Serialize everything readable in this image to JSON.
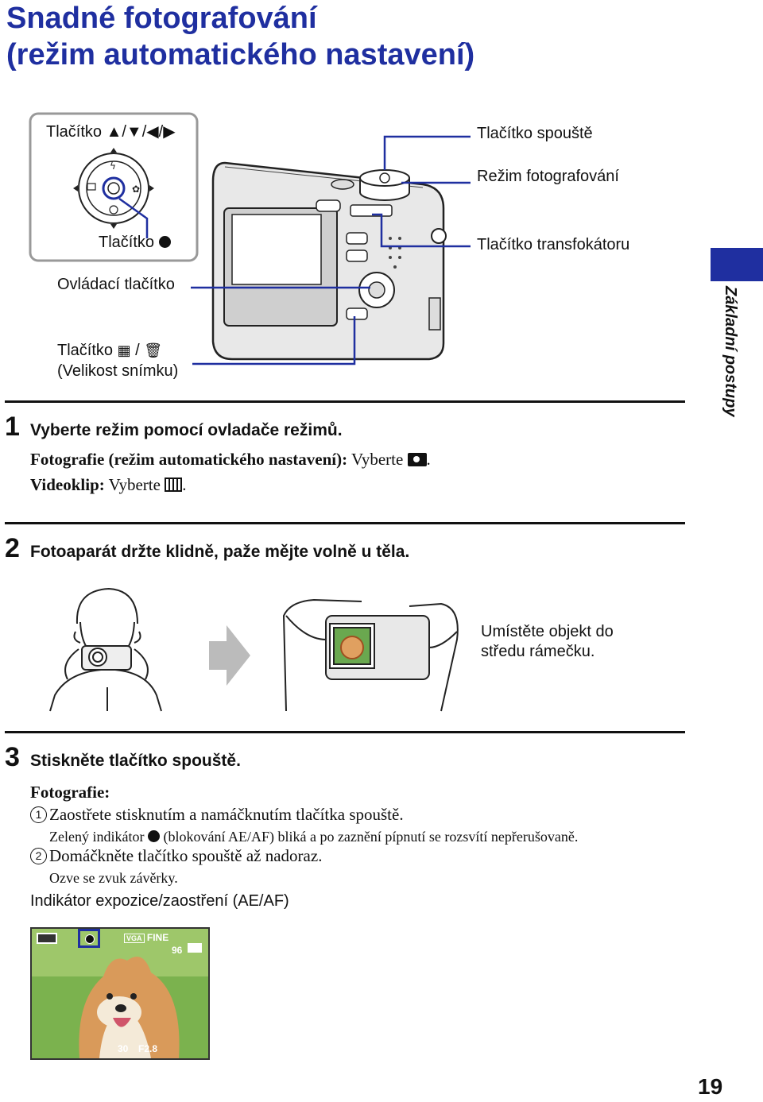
{
  "page": {
    "title_line1": "Snadné fotografování",
    "title_line2": "(režim automatického nastavení)",
    "side_tab": "Základní postupy",
    "page_number": "19"
  },
  "diagram": {
    "button_arrows_label": "Tlačítko ▲/▼/◀/▶",
    "button_center_label": "Tlačítko",
    "control_button_label": "Ovládací tlačítko",
    "size_button_label": "Tlačítko",
    "size_button_sub": "(Velikost snímku)",
    "shutter_label": "Tlačítko spouště",
    "mode_label": "Režim fotografování",
    "zoom_label": "Tlačítko transfokátoru"
  },
  "step1": {
    "num": "1",
    "heading": "Vyberte režim pomocí ovladače režimů.",
    "photo_bold": "Fotografie (režim automatického nastavení):",
    "photo_text": "Vyberte",
    "video_bold": "Videoklip:",
    "video_text": "Vyberte"
  },
  "step2": {
    "num": "2",
    "heading": "Fotoaparát držte klidně, paže mějte volně u těla.",
    "hint_line1": "Umístěte objekt do",
    "hint_line2": "středu rámečku."
  },
  "step3": {
    "num": "3",
    "heading": "Stiskněte tlačítko spouště.",
    "photo_label": "Fotografie:",
    "item1_num": "1",
    "item1": "Zaostřete stisknutím a namáčknutím tlačítka spouště.",
    "item1_note_a": "Zelený indikátor",
    "item1_note_b": "(blokování AE/AF) bliká a po zaznění pípnutí se rozsvítí nepřerušovaně.",
    "item2_num": "2",
    "item2": "Domáčkněte tlačítko spouště až nadoraz.",
    "item2_note": "Ozve se zvuk závěrky.",
    "indicator_label": "Indikátor expozice/zaostření (AE/AF)"
  },
  "lcd": {
    "size": "VGA",
    "quality": "FINE",
    "remaining": "96",
    "shutter": "30",
    "aperture": "F2.8"
  }
}
